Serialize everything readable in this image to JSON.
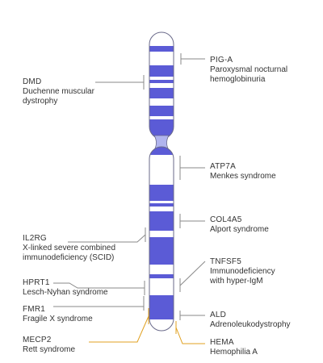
{
  "colors": {
    "band": "#5b5bd6",
    "centromere": "#b0b4ee",
    "outline": "#6a6a8a",
    "leader": "#8a8a8a",
    "highlight_leader": "#e0a020",
    "text": "#333333"
  },
  "labels": {
    "pig_a": {
      "gene": "PIG-A",
      "disease": "Paroxysmal nocturnal hemoglobinuria"
    },
    "dmd": {
      "gene": "DMD",
      "disease": "Duchenne muscular dystrophy"
    },
    "atp7a": {
      "gene": "ATP7A",
      "disease": "Menkes syndrome"
    },
    "col4a5": {
      "gene": "COL4A5",
      "disease": "Alport syndrome"
    },
    "il2rg": {
      "gene": "IL2RG",
      "disease": "X-linked severe combined immunodeficiency (SCID)"
    },
    "tnfsf5": {
      "gene": "TNFSF5",
      "disease": "Immunodeficiency with hyper-IgM"
    },
    "hprt1": {
      "gene": "HPRT1",
      "disease": "Lesch-Nyhan syndrome"
    },
    "fmr1": {
      "gene": "FMR1",
      "disease": "Fragile X syndrome"
    },
    "ald": {
      "gene": "ALD",
      "disease": "Adrenoleukodystrophy"
    },
    "mecp2": {
      "gene": "MECP2",
      "disease": "Rett syndrome"
    },
    "hema": {
      "gene": "HEMA",
      "disease": "Hemophilia A"
    }
  }
}
